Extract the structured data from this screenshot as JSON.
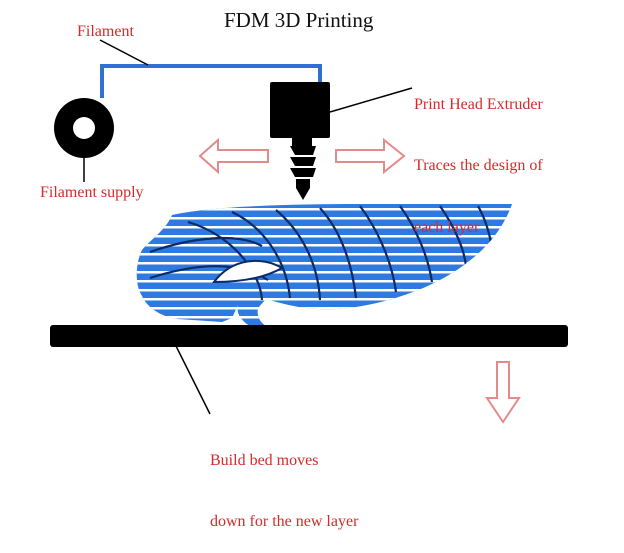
{
  "title": "FDM 3D Printing",
  "labels": {
    "filament": "Filament",
    "filament_supply": "Filament supply",
    "print_head_line1": "Print Head Extruder",
    "print_head_line2": "Traces the design of",
    "print_head_line3": "each layer",
    "build_bed_line1": "Build bed moves",
    "build_bed_line2": "down for the new layer"
  },
  "colors": {
    "label_red": "#d42a2a",
    "filament_blue": "#2f6fd6",
    "model_blue": "#2e7ae0",
    "arrow_outline": "#e38a8a",
    "black": "#000000"
  },
  "icons": {
    "extruder_motion": "double-horizontal-arrow",
    "bed_motion": "down-arrow"
  }
}
